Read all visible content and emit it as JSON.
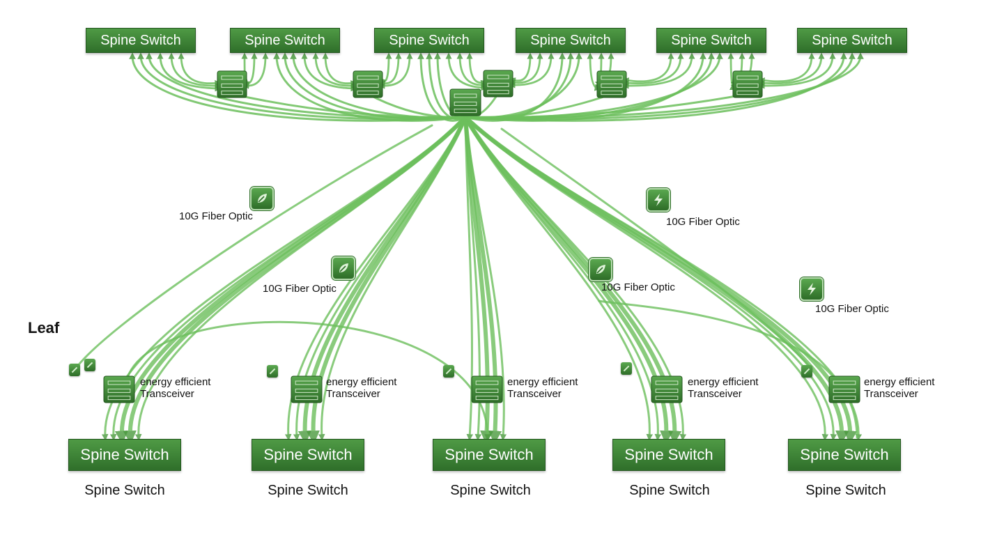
{
  "colors": {
    "line": "#6cbf5c",
    "line_dark": "#4a9a3e",
    "box_top": "#4f9a45",
    "box_bottom": "#2f6f2a"
  },
  "spine_switches": [
    {
      "label": "Spine Switch"
    },
    {
      "label": "Spine Switch"
    },
    {
      "label": "Spine Switch"
    },
    {
      "label": "Spine Switch"
    },
    {
      "label": "Spine Switch"
    },
    {
      "label": "Spine Switch"
    }
  ],
  "leaf_heading": "Leaf",
  "leaf_switches": [
    {
      "label": "Spine Switch",
      "caption": "Spine Switch",
      "transceiver": [
        "energy efficient",
        "Transceiver"
      ]
    },
    {
      "label": "Spine Switch",
      "caption": "Spine Switch",
      "transceiver": [
        "energy efficient",
        "Transceiver"
      ]
    },
    {
      "label": "Spine Switch",
      "caption": "Spine Switch",
      "transceiver": [
        "energy efficient",
        "Transceiver"
      ]
    },
    {
      "label": "Spine Switch",
      "caption": "Spine Switch",
      "transceiver": [
        "energy efficient",
        "Transceiver"
      ]
    },
    {
      "label": "Spine Switch",
      "caption": "Spine Switch",
      "transceiver": [
        "energy efficient",
        "Transceiver"
      ]
    }
  ],
  "fiber_links": [
    {
      "label": "10G Fiber Optic",
      "icon": "leaf-icon"
    },
    {
      "label": "10G Fiber Optic",
      "icon": "leaf-icon"
    },
    {
      "label": "10G Fiber Optic",
      "icon": "leaf-icon"
    },
    {
      "label": "10G Fiber Optic",
      "icon": "lightning-icon"
    },
    {
      "label": "10G Fiber Optic",
      "icon": "lightning-icon"
    }
  ],
  "icons": {
    "switch": "switch-icon",
    "hub": "switch-icon",
    "transceiver": "transceiver-icon"
  }
}
